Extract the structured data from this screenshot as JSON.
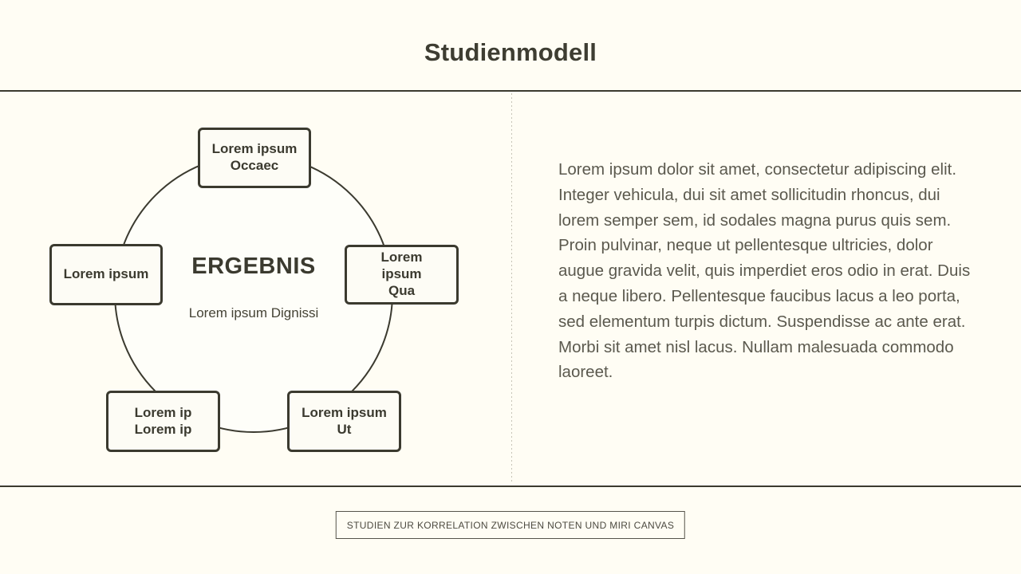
{
  "page": {
    "title": "Studienmodell",
    "footer_label": "STUDIEN ZUR KORRELATION ZWISCHEN NOTEN UND MIRI CANVAS"
  },
  "diagram": {
    "center_title": "ERGEBNIS",
    "center_subtitle": "Lorem ipsum Dignissi",
    "nodes": [
      {
        "id": "top",
        "label": "Lorem ipsum\nOccaec"
      },
      {
        "id": "left",
        "label": "Lorem ipsum"
      },
      {
        "id": "right",
        "label": "Lorem\nipsum\nQua"
      },
      {
        "id": "bottom-left",
        "label": "Lorem ip\nLorem ip"
      },
      {
        "id": "bottom-right",
        "label": "Lorem ipsum\nUt"
      }
    ]
  },
  "body_text": {
    "paragraph": "Lorem ipsum dolor sit amet, consectetur adipiscing elit. Integer vehicula, dui sit amet sollicitudin rhoncus, dui lorem semper sem, id sodales magna purus quis sem. Proin pulvinar, neque ut pellentesque ultricies, dolor augue gravida velit, quis imperdiet eros odio in erat. Duis a neque libero. Pellentesque faucibus lacus a leo porta, sed elementum turpis dictum. Suspendisse ac ante erat. Morbi sit amet nisl lacus. Nullam malesuada commodo laoreet."
  },
  "colors": {
    "background": "#fffdf4",
    "ink": "#3b3a2f",
    "paragraph_text": "#5b594e",
    "divider_dots": "#c6c3b6",
    "node_fill": "#fdfcf5"
  }
}
